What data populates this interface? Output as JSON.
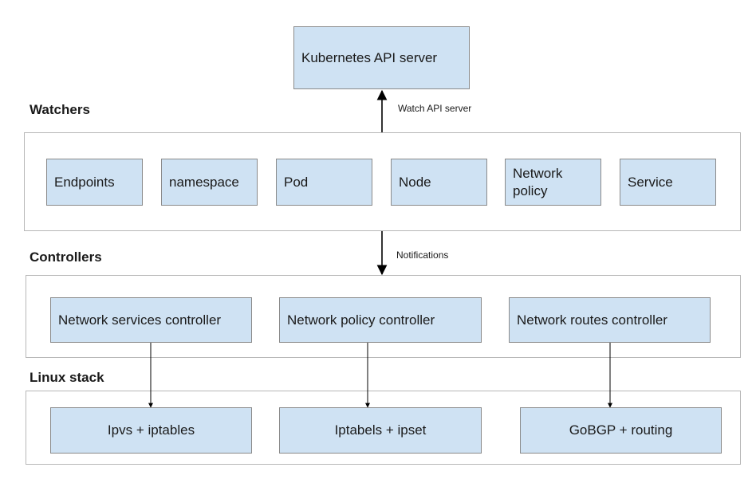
{
  "api_server": {
    "label": "Kubernetes API server"
  },
  "watchers": {
    "title": "Watchers",
    "items": [
      {
        "label": "Endpoints"
      },
      {
        "label": "namespace"
      },
      {
        "label": "Pod"
      },
      {
        "label": "Node"
      },
      {
        "label": "Network\npolicy"
      },
      {
        "label": "Service"
      }
    ]
  },
  "controllers": {
    "title": "Controllers",
    "items": [
      {
        "label": "Network services controller"
      },
      {
        "label": "Network policy controller"
      },
      {
        "label": "Network routes controller"
      }
    ]
  },
  "linux_stack": {
    "title": "Linux stack",
    "items": [
      {
        "label": "Ipvs + iptables"
      },
      {
        "label": "Iptabels + ipset"
      },
      {
        "label": "GoBGP + routing"
      }
    ]
  },
  "edges": {
    "watch_label": "Watch API server",
    "notify_label": "Notifications"
  },
  "colors": {
    "node_fill": "#cfe2f3",
    "node_border": "#8a8a8a",
    "group_border": "#b7b7b7",
    "arrow": "#000000"
  }
}
